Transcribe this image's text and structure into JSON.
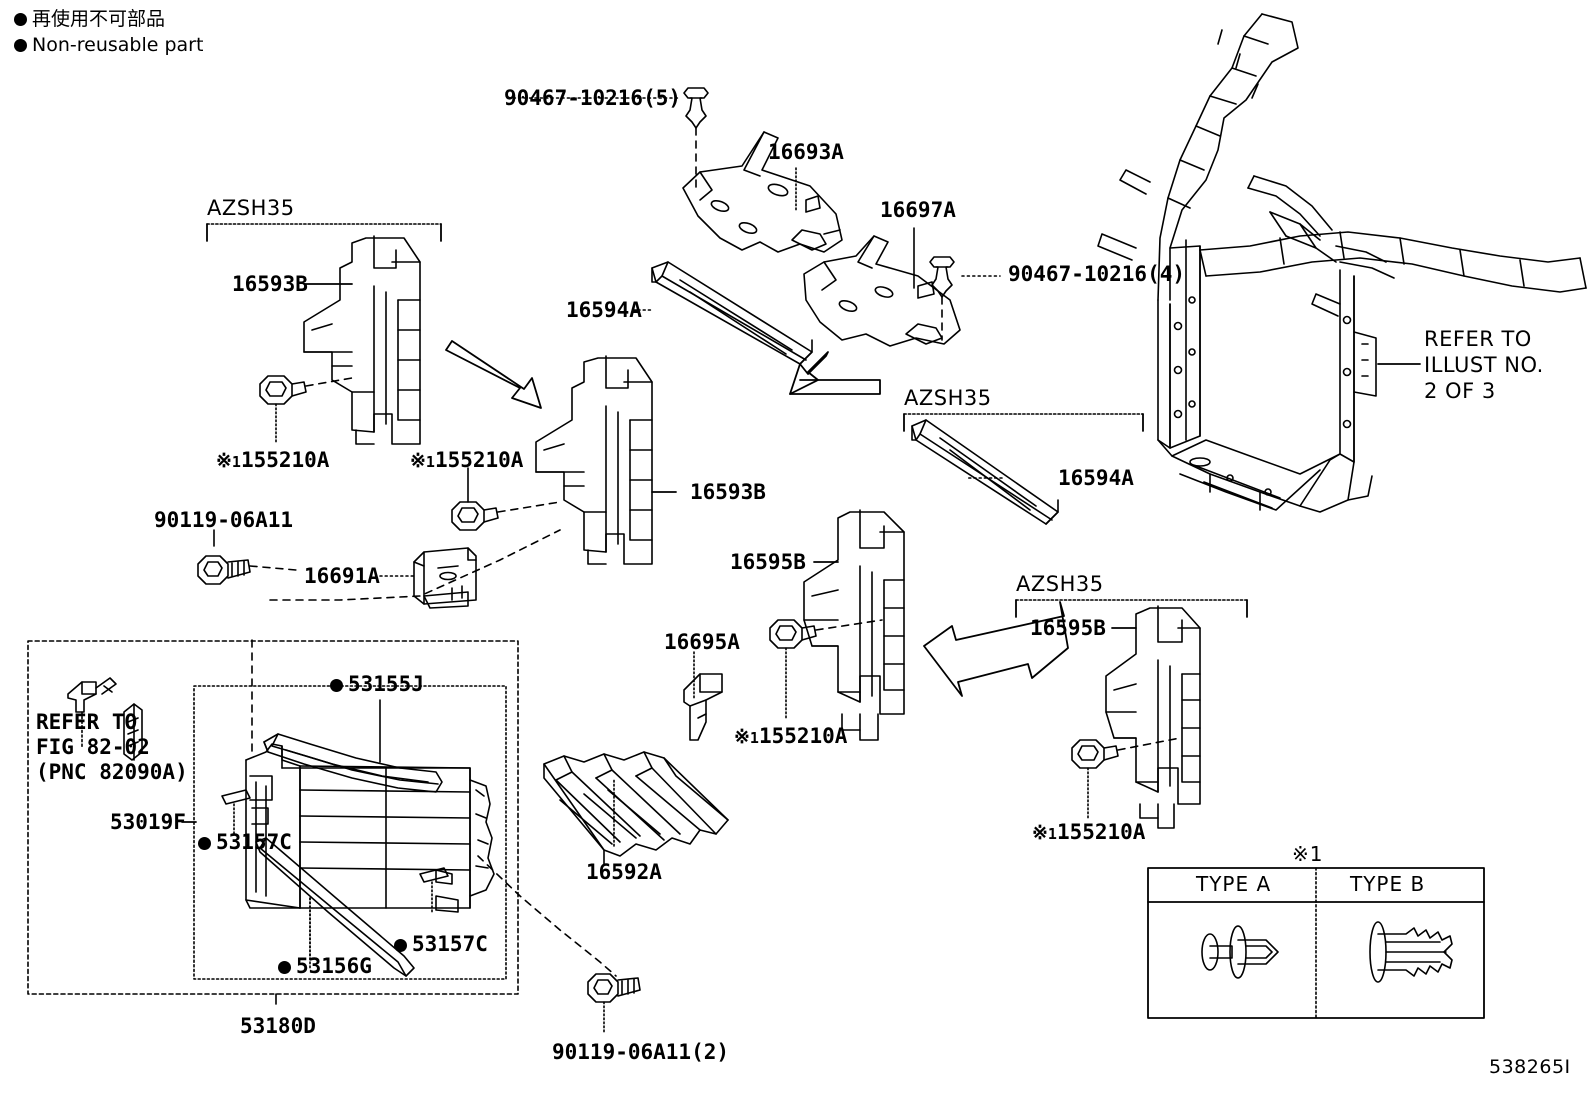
{
  "figure": {
    "id": "538265I",
    "legend": {
      "japanese": "再使用不可部品",
      "english": "Non-reusable part",
      "marker": "filled-circle"
    }
  },
  "grade_brackets": [
    {
      "id": "bracket-left",
      "label": "AZSH35"
    },
    {
      "id": "bracket-mid-right",
      "label": "AZSH35"
    },
    {
      "id": "bracket-low-right",
      "label": "AZSH35"
    }
  ],
  "callouts": [
    {
      "id": "c-90467-5",
      "text": "90467-10216(5)",
      "kome": false,
      "dot": false
    },
    {
      "id": "c-16693a",
      "text": "16693A",
      "kome": false,
      "dot": false
    },
    {
      "id": "c-16697a",
      "text": "16697A",
      "kome": false,
      "dot": false
    },
    {
      "id": "c-90467-4",
      "text": "90467-10216(4)",
      "kome": false,
      "dot": false
    },
    {
      "id": "c-16593b-top",
      "text": "16593B",
      "kome": false,
      "dot": false
    },
    {
      "id": "c-16594a-top",
      "text": "16594A",
      "kome": false,
      "dot": false
    },
    {
      "id": "c-16594a-mid",
      "text": "16594A",
      "kome": false,
      "dot": false
    },
    {
      "id": "c-155210a-1",
      "text": "155210A",
      "kome": true,
      "dot": false
    },
    {
      "id": "c-155210a-2",
      "text": "155210A",
      "kome": true,
      "dot": false
    },
    {
      "id": "c-155210a-3",
      "text": "155210A",
      "kome": true,
      "dot": false
    },
    {
      "id": "c-155210a-4",
      "text": "155210A",
      "kome": true,
      "dot": false
    },
    {
      "id": "c-90119",
      "text": "90119-06A11",
      "kome": false,
      "dot": false
    },
    {
      "id": "c-90119-2",
      "text": "90119-06A11(2)",
      "kome": false,
      "dot": false
    },
    {
      "id": "c-16593b-mid",
      "text": "16593B",
      "kome": false,
      "dot": false
    },
    {
      "id": "c-16691a",
      "text": "16691A",
      "kome": false,
      "dot": false
    },
    {
      "id": "c-16595b-mid",
      "text": "16595B",
      "kome": false,
      "dot": false
    },
    {
      "id": "c-16695a",
      "text": "16695A",
      "kome": false,
      "dot": false
    },
    {
      "id": "c-16595b-rt",
      "text": "16595B",
      "kome": false,
      "dot": false
    },
    {
      "id": "c-16592a",
      "text": "16592A",
      "kome": false,
      "dot": false
    },
    {
      "id": "c-53019f",
      "text": "53019F",
      "kome": false,
      "dot": false
    },
    {
      "id": "c-53180d",
      "text": "53180D",
      "kome": false,
      "dot": false
    },
    {
      "id": "c-53155j",
      "text": "53155J",
      "kome": false,
      "dot": true
    },
    {
      "id": "c-53157c-1",
      "text": "53157C",
      "kome": false,
      "dot": true
    },
    {
      "id": "c-53157c-2",
      "text": "53157C",
      "kome": false,
      "dot": true
    },
    {
      "id": "c-53156g",
      "text": "53156G",
      "kome": false,
      "dot": true
    }
  ],
  "refer_notes": [
    {
      "id": "refer-illust",
      "style": "sans",
      "lines": [
        "REFER TO",
        "ILLUST NO.",
        "2 OF 3"
      ]
    },
    {
      "id": "refer-fig",
      "style": "mono",
      "lines": [
        "REFER TO",
        "FIG 82-02",
        "(PNC 82090A)"
      ]
    }
  ],
  "type_table": {
    "title": "※1",
    "columns": [
      {
        "label": "TYPE A",
        "icon": "push-rivet-clip-icon"
      },
      {
        "label": "TYPE B",
        "icon": "christmas-tree-clip-icon"
      }
    ]
  }
}
